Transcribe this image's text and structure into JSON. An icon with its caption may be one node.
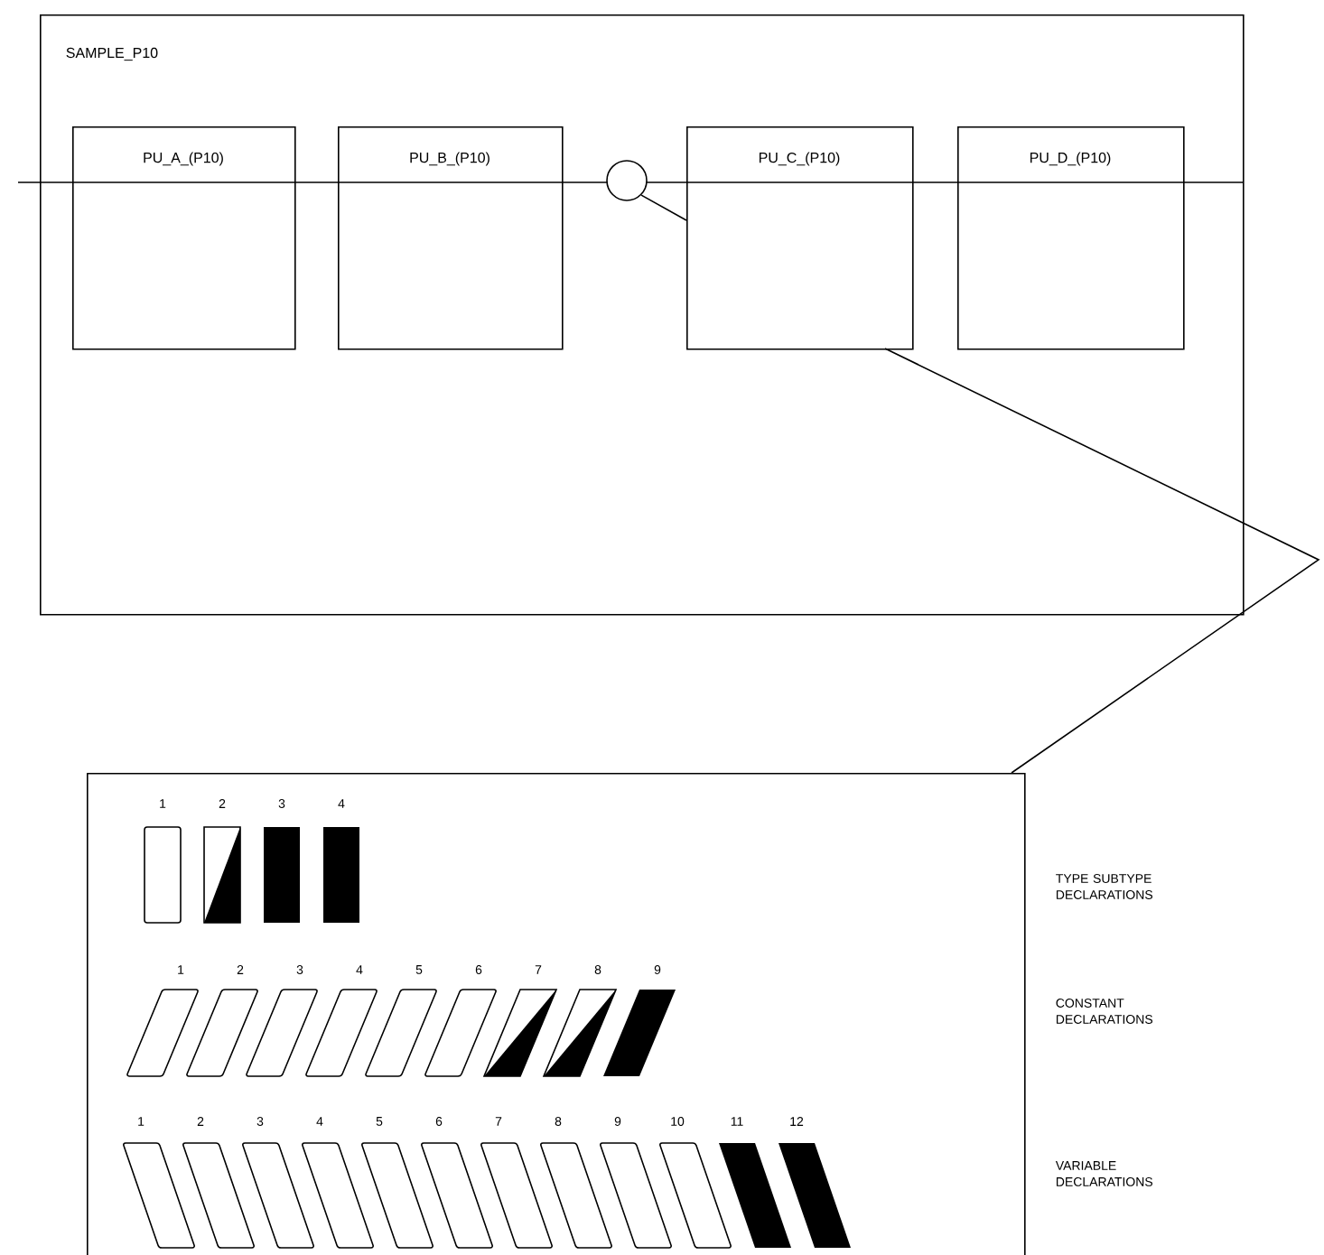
{
  "diagram": {
    "nodes": [
      {
        "text": [
          "SAMPLE_P10"
        ]
      },
      {
        "text": [
          "PU_A_(P10)"
        ],
        "in": 0
      },
      {
        "text": [
          "PU_B_(P10)"
        ],
        "in": 0
      },
      {
        "text": [],
        "shape": "circle",
        "in": 0
      },
      {
        "text": [
          "PU_C_(P10)"
        ],
        "in": 0
      },
      {
        "text": [
          "PU_D_(P10)"
        ],
        "in": 0
      },
      {
        "text": [],
        "shape": "box"
      }
    ],
    "edges": [
      {
        "from": 3,
        "to": 4,
        "arrow": "none"
      },
      {
        "from": 4,
        "to": 6,
        "arrow": "none"
      }
    ],
    "labels": [
      "1",
      "2",
      "3",
      "4",
      "TYPE SUBTYPE DECLARATIONS",
      "1",
      "2",
      "3",
      "4",
      "5",
      "6",
      "7",
      "8",
      "9",
      "CONSTANT DECLARATIONS",
      "1",
      "2",
      "3",
      "4",
      "5",
      "6",
      "7",
      "8",
      "9",
      "10",
      "11",
      "12",
      "VARIABLE DECLARATIONS"
    ]
  }
}
